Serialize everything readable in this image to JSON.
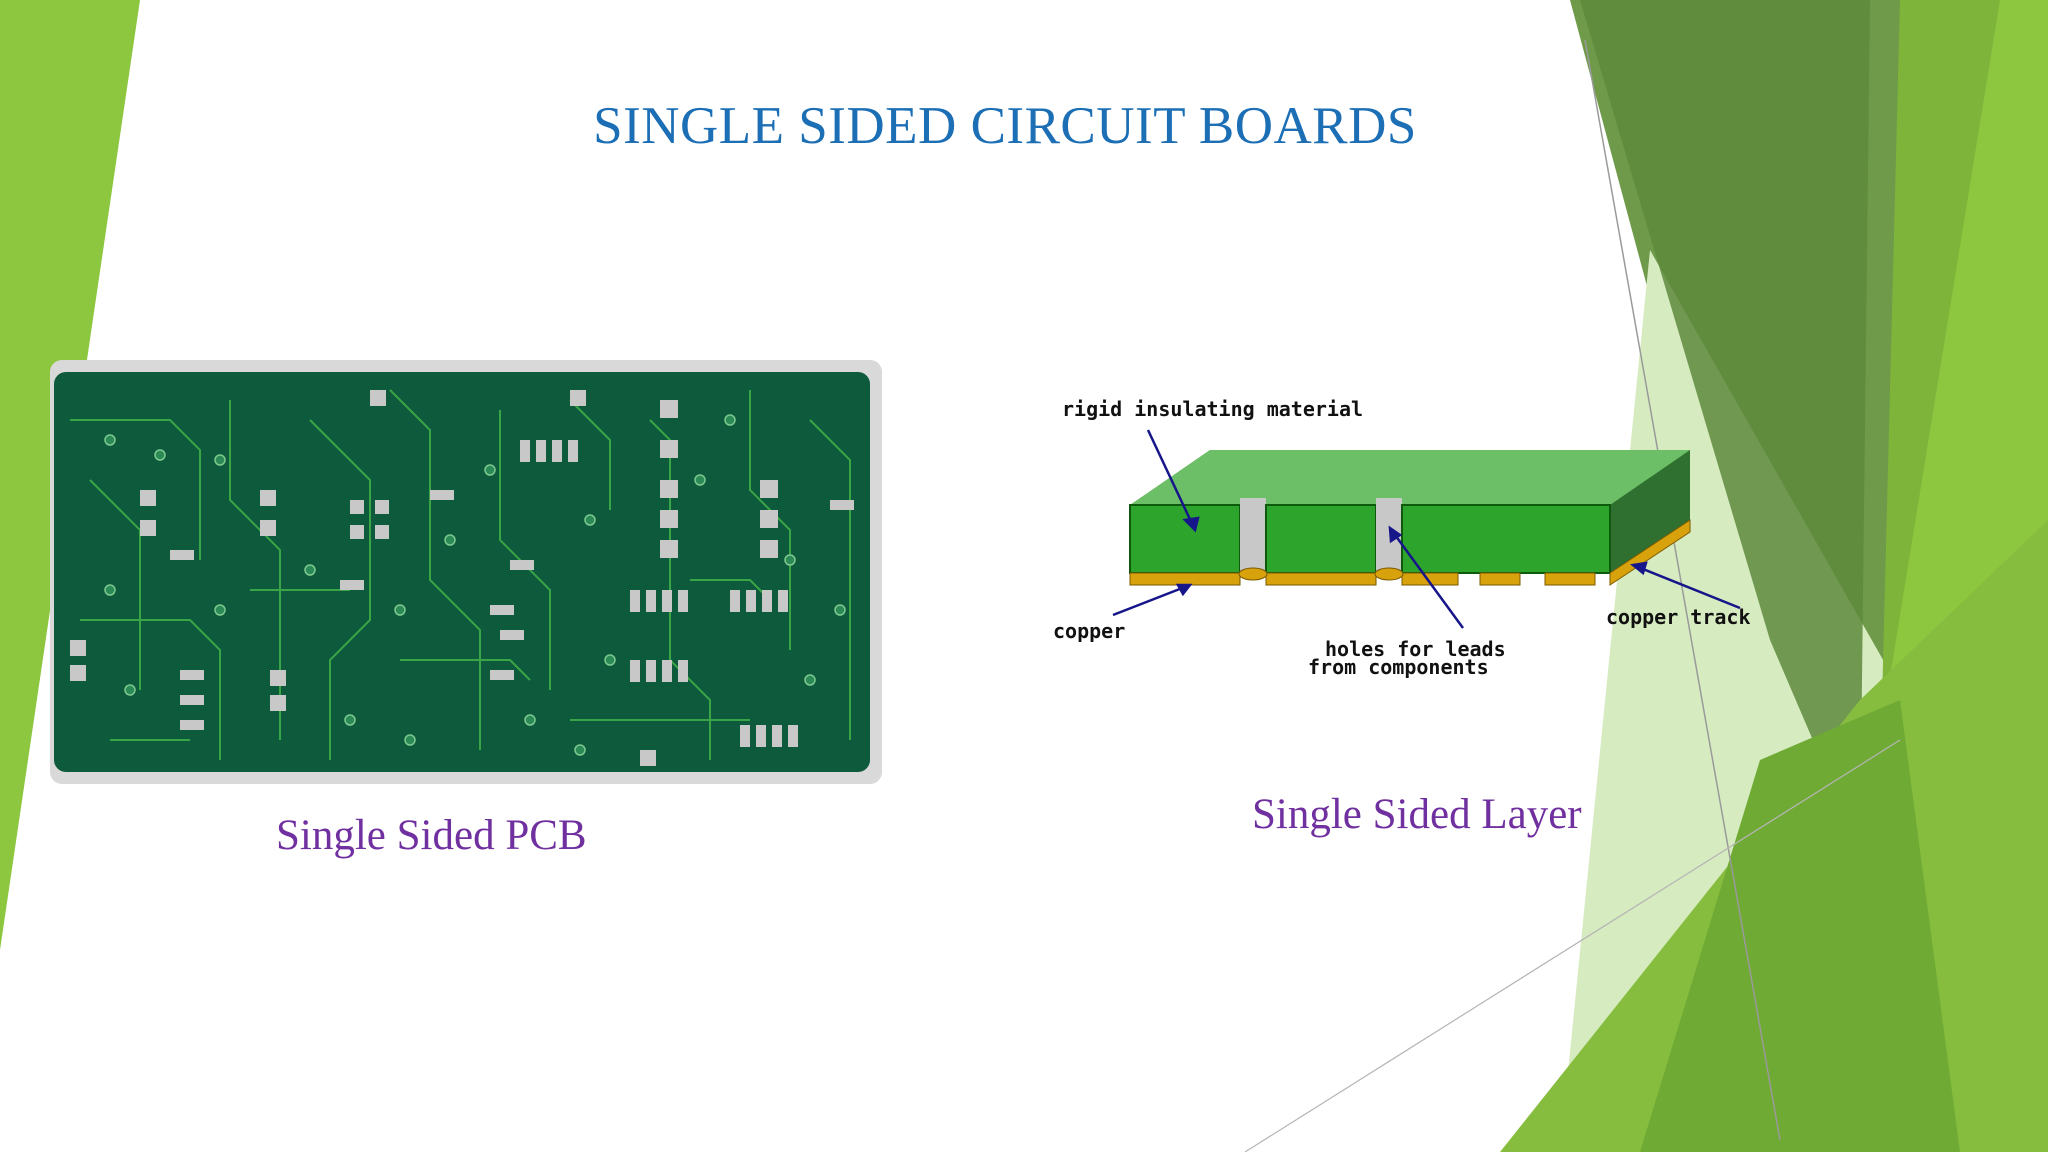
{
  "slide": {
    "title": "SINGLE SIDED CIRCUIT BOARDS",
    "left_caption": "Single Sided PCB",
    "right_caption": "Single Sided Layer"
  },
  "diagram": {
    "label_insulating": "rigid insulating material",
    "label_copper": "copper",
    "label_holes_line1": "holes for leads",
    "label_holes_line2": "from components",
    "label_track": "copper track"
  },
  "colors": {
    "title": "#1c6fb5",
    "caption": "#7030a0",
    "accent_green": "#8cc43c",
    "board_green": "#0e5a3c"
  }
}
